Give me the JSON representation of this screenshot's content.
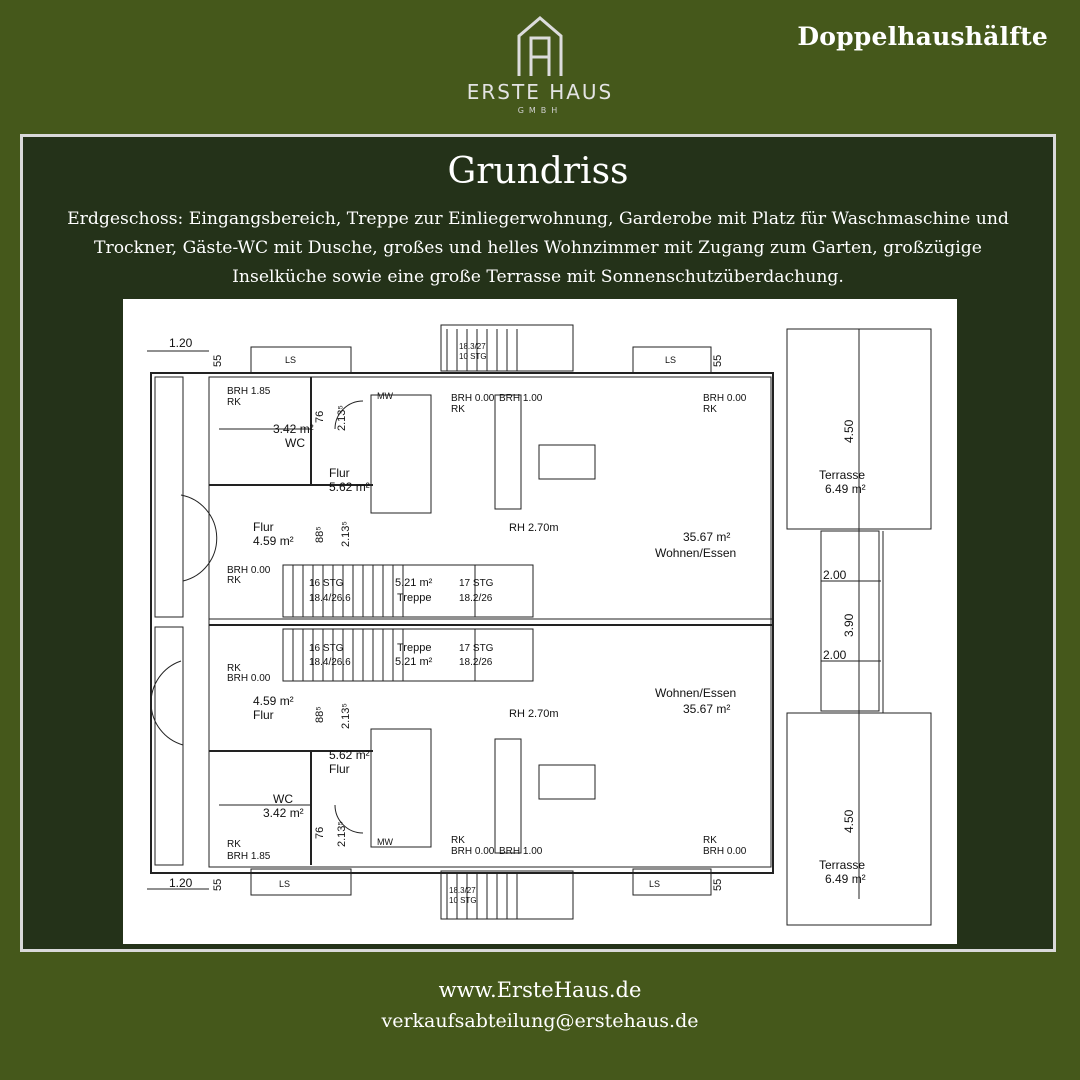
{
  "header": {
    "badge": "Doppelhaushälfte",
    "logo": {
      "name": "ERSTE HAUS",
      "sub": "GMBH"
    }
  },
  "panel": {
    "title": "Grundriss",
    "description": "Erdgeschoss: Eingangsbereich, Treppe zur Einliegerwohnung, Garderobe mit Platz für Waschmaschine und Trockner, Gäste-WC mit Dusche, großes und helles Wohnzimmer mit Zugang zum Garten, großzügige Inselküche sowie eine große Terrasse mit Sonnenschutzüberdachung."
  },
  "plan": {
    "dims": {
      "d120": "1.20",
      "d55": "55",
      "d76": "76",
      "d213": "2.13⁵",
      "d88": "88⁵",
      "d450": "4.50",
      "d390": "3.90",
      "d200": "2.00",
      "ls": "LS"
    },
    "top": {
      "wc_area": "3.42 m²",
      "wc": "WC",
      "flur_a": "Flur",
      "flur_a_area": "5.62 m²",
      "flur_b": "Flur",
      "flur_b_area": "4.59 m²",
      "rh": "RH 2.70m",
      "wohnen_area": "35.67 m²",
      "wohnen": "Wohnen/Essen",
      "terrasse": "Terrasse",
      "terrasse_area": "6.49 m²",
      "stg16": "16 STG",
      "stg16b": "18.4/26.6",
      "treppe_area": "5.21 m²",
      "treppe": "Treppe",
      "stg17": "17 STG",
      "stg17b": "18.2/26",
      "stg_top": "18.3/27",
      "stg_top2": "10 STG",
      "brh185": "BRH 1.85",
      "brh000": "BRH 0.00",
      "brh100": "BRH 1.00",
      "rk": "RK",
      "mw": "MW"
    },
    "bottom": {
      "wc_area": "3.42 m²",
      "wc": "WC",
      "flur_a": "Flur",
      "flur_a_area": "5.62 m²",
      "flur_b": "Flur",
      "flur_b_area": "4.59 m²",
      "rh": "RH 2.70m",
      "wohnen_area": "35.67 m²",
      "wohnen": "Wohnen/Essen",
      "terrasse": "Terrasse",
      "terrasse_area": "6.49 m²",
      "stg16": "16 STG",
      "stg16b": "18.4/26.6",
      "treppe_area": "5.21 m²",
      "treppe": "Treppe",
      "stg17": "17 STG",
      "stg17b": "18.2/26",
      "stg_top": "18.3/27",
      "stg_top2": "10 STG",
      "brh185": "BRH 1.85",
      "brh000": "BRH 0.00",
      "brh100": "BRH 1.00",
      "rk": "RK",
      "mw": "MW"
    }
  },
  "footer": {
    "website": "www.ErsteHaus.de",
    "email": "verkaufsabteilung@erstehaus.de"
  }
}
